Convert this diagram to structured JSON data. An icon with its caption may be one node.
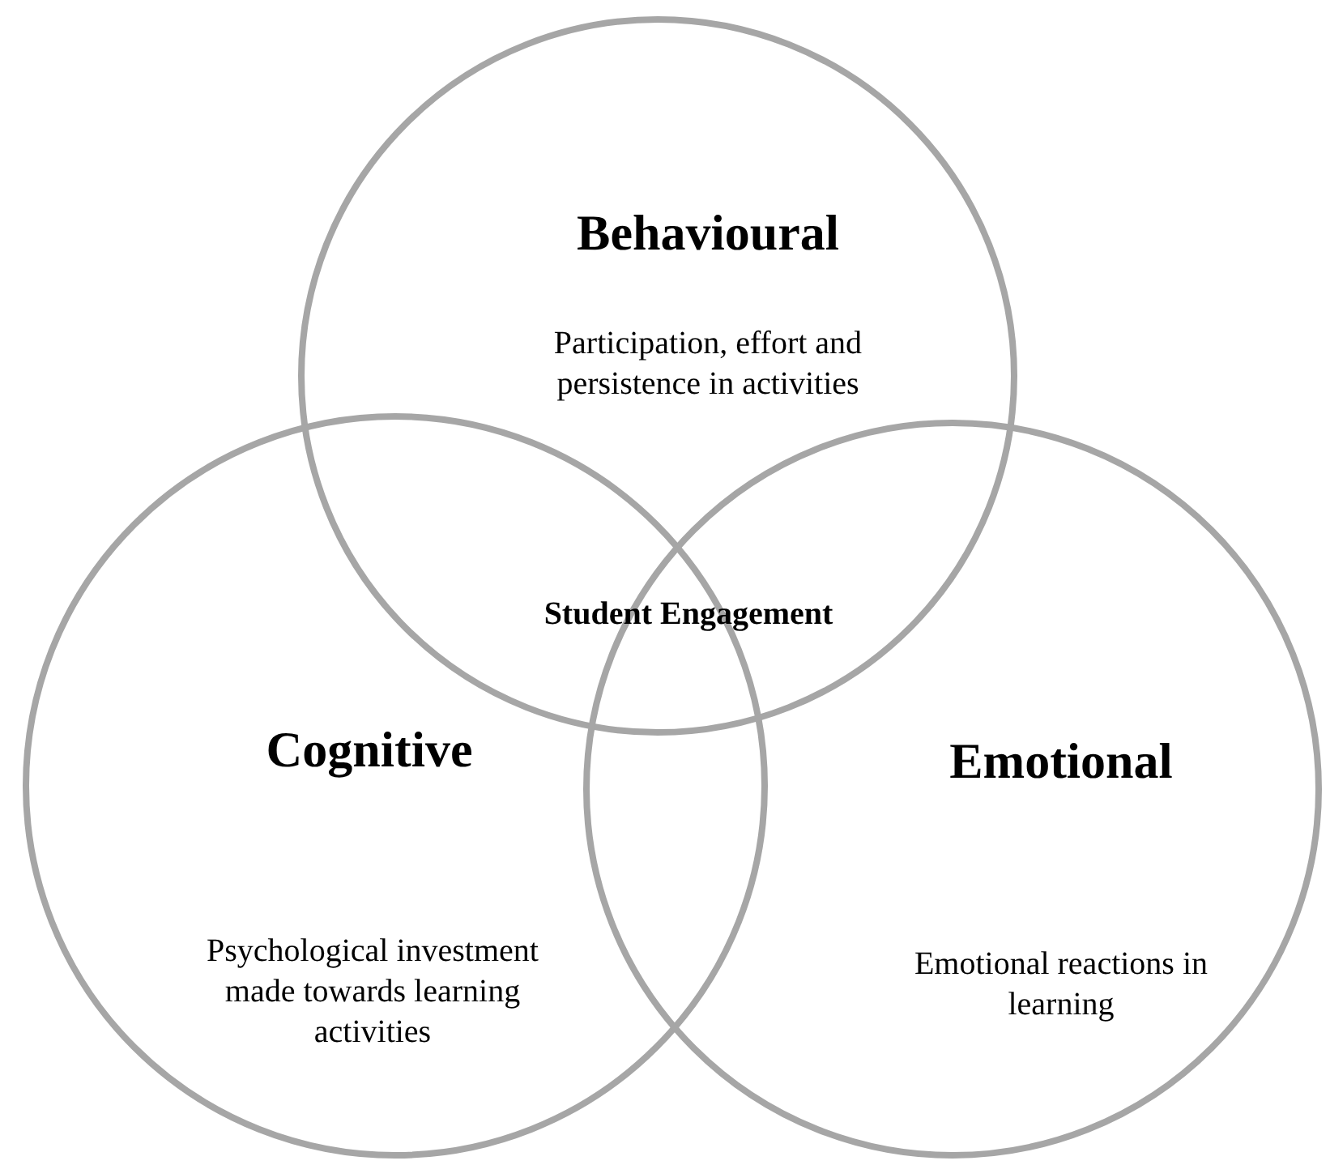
{
  "diagram": {
    "nodes": [
      {
        "text": [
          "Behavioural",
          "Participation, effort and persistence in activities"
        ]
      },
      {
        "text": [
          "Cognitive",
          "Psychological investment made towards learning activities"
        ]
      },
      {
        "text": [
          "Emotional",
          "Emotional reactions in learning"
        ]
      }
    ],
    "edges": [],
    "labels": [
      "Student Engagement"
    ]
  }
}
